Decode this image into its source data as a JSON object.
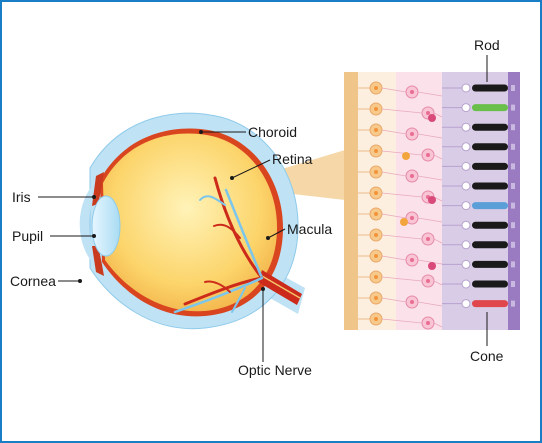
{
  "labels": {
    "iris": "Iris",
    "pupil": "Pupil",
    "cornea": "Cornea",
    "choroid": "Choroid",
    "retina": "Retina",
    "macula": "Macula",
    "optic_nerve": "Optic Nerve",
    "rod": "Rod",
    "cone": "Cone"
  },
  "colors": {
    "frame": "#1a7ec7",
    "sclera": "#bfe2f5",
    "eyeball": "#fcd46a",
    "retina_layer": "#d9451f",
    "vessel_red": "#cc2a1a",
    "vessel_blue": "#7cc6ec",
    "zoom": "#f6d7a8",
    "rod_black": "#1a1a1a",
    "cone_green": "#6abf4b",
    "cone_blue": "#5b9fd8",
    "cone_red": "#e0474c",
    "purple": "#9a7ac0"
  },
  "photoreceptors": [
    "black",
    "green",
    "black",
    "black",
    "black",
    "black",
    "blue",
    "black",
    "black",
    "black",
    "black",
    "red"
  ]
}
